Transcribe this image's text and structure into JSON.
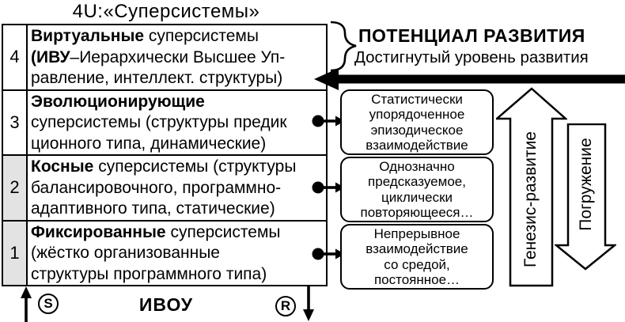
{
  "title": "4U:«Суперсистемы»",
  "table": {
    "rows": [
      {
        "num": "4",
        "l1b": "Виртуальные",
        "l1r": " суперсистемы",
        "l2b": "(ИВУ",
        "l2r": "–Иерархически Высшее Уп-",
        "l3b": "",
        "l3r": "равление, интеллект. структуры)"
      },
      {
        "num": "3",
        "l1b": "Эволюционирующие",
        "l1r": "",
        "l2b": "",
        "l2r": "суперсистемы (структуры предик",
        "l3b": "",
        "l3r": "ционного типа, динамические)"
      },
      {
        "num": "2",
        "l1b": "Косные",
        "l1r": " суперсистемы (структуры",
        "l2b": "",
        "l2r": "балансировочного, программно-",
        "l3b": "",
        "l3r": "адаптивного типа, статические)"
      },
      {
        "num": "1",
        "l1b": "Фиксированные",
        "l1r": " суперсистемы",
        "l2b": "",
        "l2r": "(жёстко организованные",
        "l3b": "",
        "l3r": "структуры программного типа)"
      }
    ]
  },
  "right": {
    "potential_label": "ПОТЕНЦИАЛ РАЗВИТИЯ",
    "achieved_label": "Достигнутый уровень развития",
    "boxes": [
      {
        "lines": [
          "Статистически",
          "упорядоченное",
          "эпизодическое",
          "взаимодействие"
        ]
      },
      {
        "lines": [
          "Однозначно",
          "предсказуемое,",
          "циклически",
          "повторяющееся…"
        ]
      },
      {
        "lines": [
          "Непрерывное",
          "взаимодействие",
          "со средой,",
          "постоянное…"
        ]
      }
    ],
    "genesis_label": "Генезис-развитие",
    "immersion_label": "Погружение"
  },
  "bottom": {
    "s_label": "S",
    "ivou_label": "ИВОУ",
    "r_label": "R"
  },
  "colors": {
    "line": "#000000",
    "shaded_cell": "#e3e3e3"
  }
}
